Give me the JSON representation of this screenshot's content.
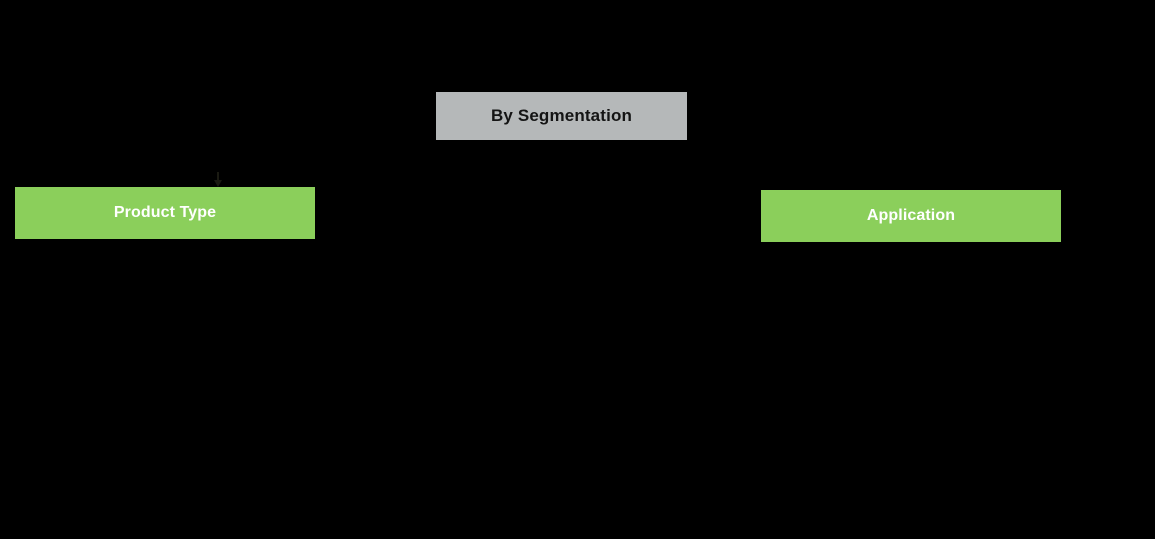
{
  "diagram": {
    "background_color": "#000000",
    "title_node": {
      "label": "By Segmentation",
      "fill_color": "#b5b8b9",
      "text_color": "#141414"
    },
    "branches": [
      {
        "label": "Product Type",
        "fill_color": "#8bcf5b",
        "text_color": "#ffffff"
      },
      {
        "label": "Application",
        "fill_color": "#8bcf5b",
        "text_color": "#ffffff"
      }
    ],
    "connectors": [
      {
        "name": "root-to-product-type",
        "color": "#1a1a12",
        "arrow": "down"
      }
    ]
  }
}
